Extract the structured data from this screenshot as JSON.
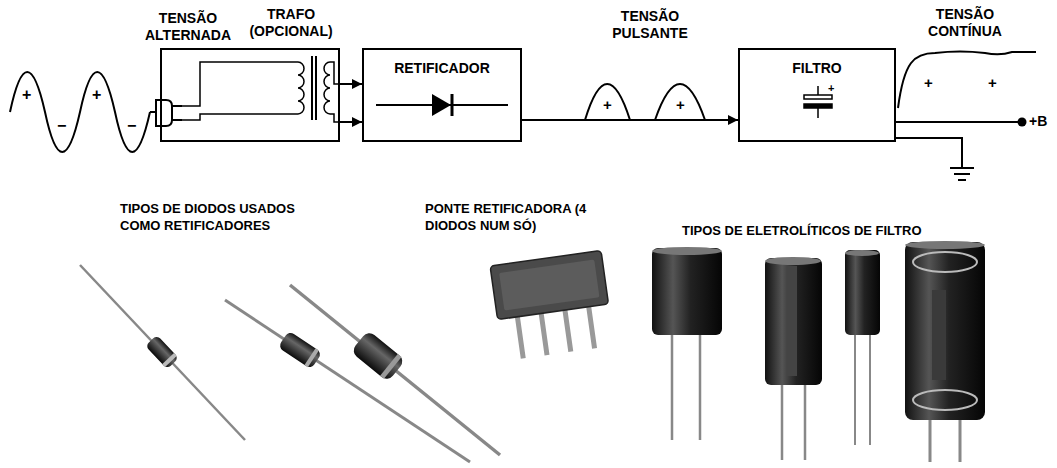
{
  "diagram": {
    "nodes": [
      {
        "text": [
          "TRAFO (OPCIONAL)"
        ]
      },
      {
        "text": [
          "RETIFICADOR"
        ]
      },
      {
        "text": [
          "FILTRO"
        ]
      }
    ],
    "edges": [
      {
        "from": 0,
        "to": 1,
        "arrow": "to"
      },
      {
        "from": 0,
        "to": 1,
        "arrow": "to"
      },
      {
        "from": 1,
        "to": 2,
        "arrow": "to"
      }
    ],
    "labels": [
      "+",
      "−",
      "+",
      "−",
      "TENSÃO ALTERNADA",
      "TENSÃO PULSANTE",
      "+",
      "+",
      "+",
      "TENSÃO CONTÍNUA",
      "+",
      "+",
      "+B",
      "TIPOS DE DIODOS USADOS COMO RETIFICADORES",
      "PONTE RETIFICADORA (4 DIODOS NUM SÓ)",
      "TIPOS DE ELETROLÍTICOS DE FILTRO"
    ]
  }
}
